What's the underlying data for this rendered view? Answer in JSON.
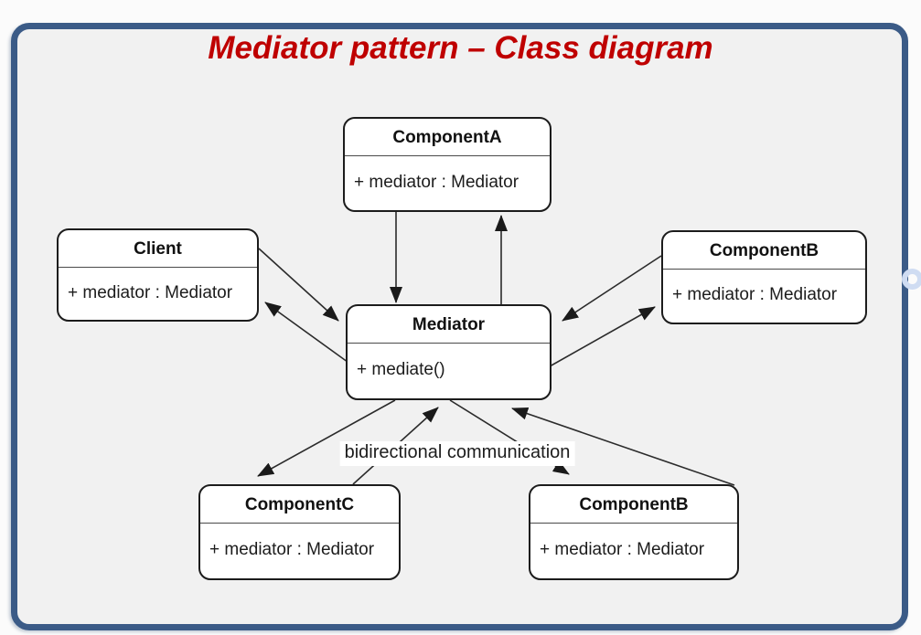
{
  "diagram": {
    "title": "Mediator pattern – Class diagram",
    "classes": [
      {
        "name": "ComponentA",
        "members": [
          "+ mediator : Mediator"
        ]
      },
      {
        "name": "Client",
        "members": [
          "+ mediator : Mediator"
        ]
      },
      {
        "name": "ComponentB",
        "members": [
          "+ mediator : Mediator"
        ]
      },
      {
        "name": "Mediator",
        "members": [
          "+ mediate()"
        ]
      },
      {
        "name": "ComponentC",
        "members": [
          "+ mediator : Mediator"
        ]
      },
      {
        "name": "ComponentB",
        "members": [
          "+ mediator : Mediator"
        ]
      }
    ],
    "edge_label": "bidirectional communication",
    "colors": {
      "frame": "#3b5b87",
      "title_text": "#bf0000",
      "canvas": "#f1f1f1",
      "box_fill": "#ffffff",
      "box_border": "#1c1c1c",
      "line": "#2b2b2b",
      "ring": "#cfdcf2",
      "outer_bg": "#fbfbfb"
    }
  }
}
